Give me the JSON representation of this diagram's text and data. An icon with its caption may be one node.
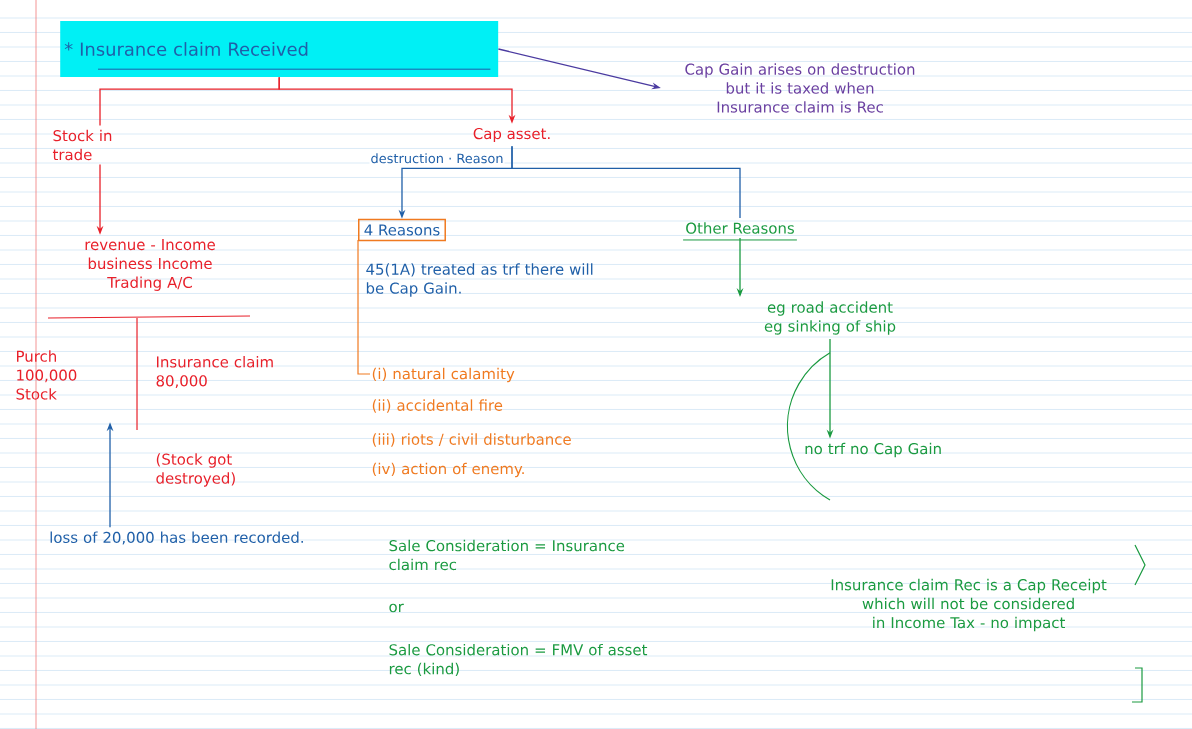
{
  "diagram": {
    "nodes": [
      {
        "text": [
          "* Insurance claim Received"
        ]
      },
      {
        "text": [
          "Cap Gain arises on destruction but it is taxed when Insurance claim is Rec"
        ]
      },
      {
        "text": [
          "Stock in trade"
        ]
      },
      {
        "text": [
          "Cap asset."
        ]
      },
      {
        "text": [
          "revenue - Income business Income Trading A/C"
        ]
      },
      {
        "text": [
          "4 Reasons"
        ],
        "beside": [
          "45(1A) treated as trf there will be Cap Gain."
        ]
      },
      {
        "text": [
          "Other Reasons"
        ]
      },
      {
        "text": [
          "eg road accident eg sinking of ship"
        ]
      },
      {
        "text": [
          "no trf no Cap Gain"
        ]
      },
      {
        "text": [
          "loss of 20,000 has been recorded."
        ]
      }
    ],
    "edges": [
      {
        "from": 0,
        "to": 1,
        "arrow": "to",
        "color": "#4a3aa0"
      },
      {
        "from": 0,
        "to": 2,
        "arrow": "none"
      },
      {
        "from": 0,
        "to": 3,
        "arrow": "to"
      },
      {
        "from": 2,
        "to": 4,
        "arrow": "to"
      },
      {
        "from": 3,
        "to": 5,
        "arrow": "to",
        "label": "destruction · Reason",
        "color": "#1f5fa8"
      },
      {
        "from": 3,
        "to": 6,
        "arrow": "none",
        "color": "#1f5fa8"
      },
      {
        "from": 6,
        "to": 7,
        "arrow": "to",
        "color": "#1a9a40"
      },
      {
        "from": 7,
        "to": 8,
        "arrow": "to",
        "color": "#1a9a40"
      },
      {
        "from": 9,
        "to": null,
        "arrow": "to",
        "color": "#1f5fa8"
      }
    ],
    "labels": [
      "Purch 100,000 Stock",
      "Insurance claim 80,000",
      "(Stock got destroyed)",
      "(i) natural calamity",
      "(ii) accidental fire",
      "(iii) riots / civil disturbance",
      "(iv) action of enemy.",
      "Sale Consideration = Insurance claim rec",
      "or",
      "Sale Consideration = FMV of asset rec (kind)",
      "Insurance claim Rec is a Cap Receipt which will not be considered in Income Tax - no impact"
    ]
  }
}
